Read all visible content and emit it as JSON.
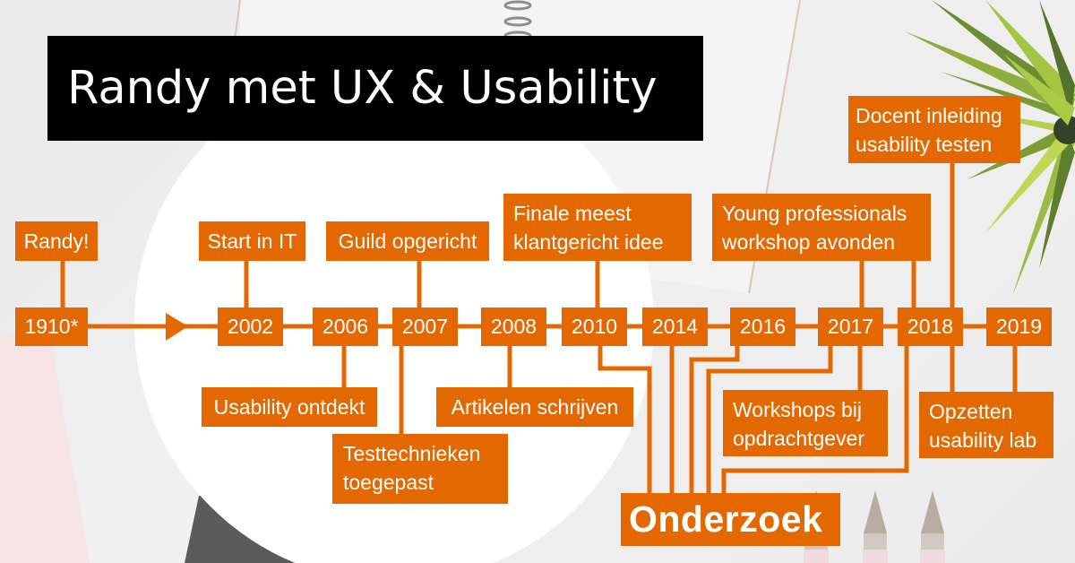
{
  "title": "Randy met UX & Usability",
  "colors": {
    "accent": "#e46800",
    "title_background": "#000000",
    "label_text": "#ffffff",
    "circle": "#ffffff",
    "background": "#ececec"
  },
  "timeline": {
    "years": [
      "1910*",
      "2002",
      "2006",
      "2007",
      "2008",
      "2010",
      "2014",
      "2016",
      "2017",
      "2018",
      "2019"
    ],
    "events_above": [
      {
        "lines": [
          "Randy!"
        ],
        "years": [
          "1910*"
        ]
      },
      {
        "lines": [
          "Start in IT"
        ],
        "years": [
          "2002"
        ]
      },
      {
        "lines": [
          "Guild opgericht"
        ],
        "years": [
          "2007"
        ]
      },
      {
        "lines": [
          "Finale meest",
          "klantgericht idee"
        ],
        "years": [
          "2010"
        ]
      },
      {
        "lines": [
          "Young professionals",
          "workshop avonden"
        ],
        "years": [
          "2017",
          "2018"
        ]
      },
      {
        "lines": [
          "Docent inleiding",
          "usability testen"
        ],
        "years": [
          "2018"
        ]
      }
    ],
    "events_below": [
      {
        "lines": [
          "Usability ontdekt"
        ],
        "years": [
          "2006"
        ]
      },
      {
        "lines": [
          "Testtechnieken",
          "toegepast"
        ],
        "years": [
          "2007"
        ]
      },
      {
        "lines": [
          "Artikelen schrijven"
        ],
        "years": [
          "2008"
        ]
      },
      {
        "lines": [
          "Workshops bij",
          "opdrachtgever"
        ],
        "years": [
          "2017"
        ]
      },
      {
        "lines": [
          "Opzetten",
          "usability lab"
        ],
        "years": [
          "2018",
          "2019"
        ]
      }
    ],
    "hub": {
      "label": "Onderzoek",
      "years": [
        "2010",
        "2014",
        "2016",
        "2017",
        "2018"
      ]
    }
  }
}
